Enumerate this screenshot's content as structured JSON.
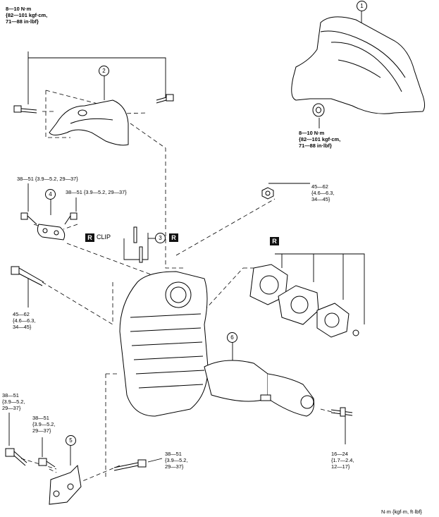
{
  "callouts": {
    "c1": "1",
    "c2": "2",
    "c3": "3",
    "c4": "4",
    "c5": "5",
    "c6": "6"
  },
  "torques": {
    "heatshield_upper": "8—10 N·m\n{82—101 kgf·cm,\n71—88 in·lbf}",
    "heatshield_side": "8—10 N·m\n{82—101 kgf·cm,\n71—88 in·lbf}",
    "bracket4_left": "38—51 {3.9—5.2, 29—37}",
    "bracket4_right": "38—51 {3.9—5.2, 29—37}",
    "nut_upper": "45—62\n{4.6—6.3,\n34—45}",
    "bolt_long": "45—62\n{4.6—6.3,\n34—45}",
    "bracket5_far_left": "38—51\n{3.9—5.2,\n29—37}",
    "bracket5_left": "38—51\n{3.9—5.2,\n29—37}",
    "bracket5_long_bolt": "38—51\n{3.9—5.2,\n29—37}",
    "stud": "16—24\n{1.7—2.4,\n12—17}"
  },
  "clip_label": "CLIP",
  "replace_badge": "R",
  "units_note": "N·m {kgf·m, ft·lbf}"
}
